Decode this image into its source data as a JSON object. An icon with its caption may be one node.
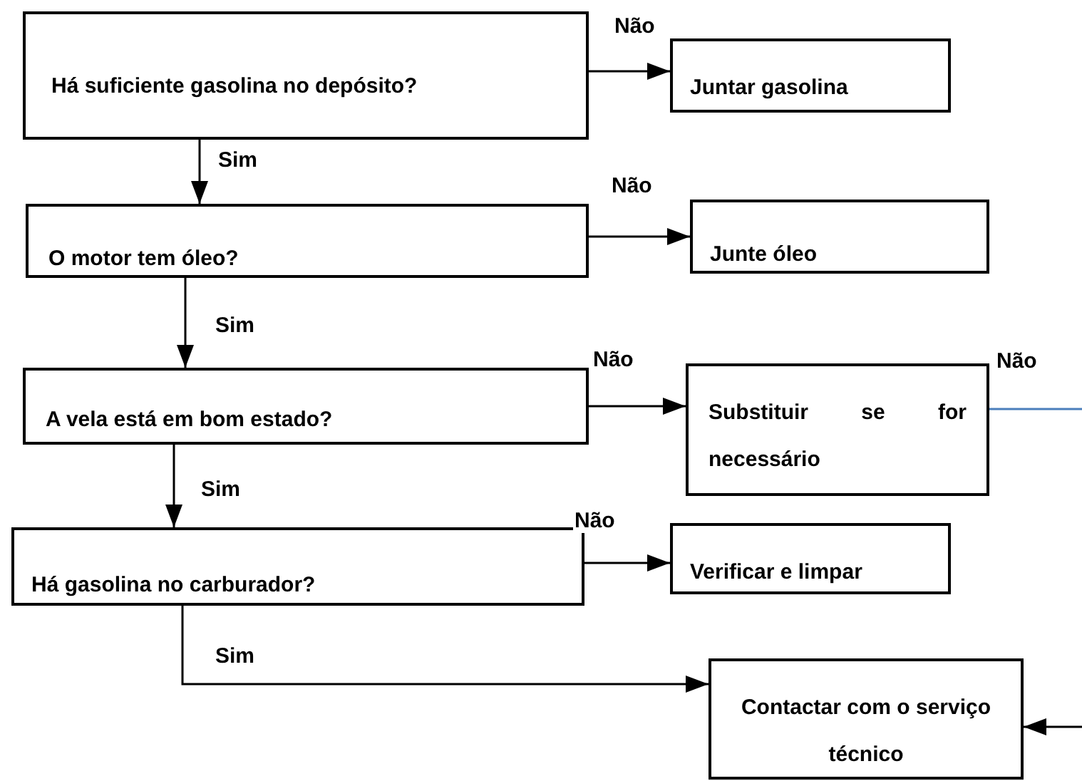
{
  "diagram": {
    "nodes": [
      {
        "text": [
          "Há suficiente gasolina no depósito?"
        ]
      },
      {
        "text": [
          "Juntar gasolina"
        ]
      },
      {
        "text": [
          "O motor tem óleo?"
        ]
      },
      {
        "text": [
          "Junte óleo"
        ]
      },
      {
        "text": [
          "A vela está em bom estado?"
        ]
      },
      {
        "text": [
          "Substituir se for necessário"
        ]
      },
      {
        "text": [
          "Há gasolina no carburador?"
        ]
      },
      {
        "text": [
          "Verificar e limpar"
        ]
      },
      {
        "text": [
          "Contactar com o serviço técnico"
        ]
      }
    ],
    "edges": [
      {
        "from": 0,
        "to": 1,
        "arrow": "to",
        "label": "Não"
      },
      {
        "from": 0,
        "to": 2,
        "arrow": "to",
        "label": "Sim"
      },
      {
        "from": 2,
        "to": 3,
        "arrow": "to",
        "label": "Não"
      },
      {
        "from": 2,
        "to": 4,
        "arrow": "to",
        "label": "Sim"
      },
      {
        "from": 4,
        "to": 5,
        "arrow": "to",
        "label": "Não"
      },
      {
        "from": 4,
        "to": 6,
        "arrow": "to",
        "label": "Sim"
      },
      {
        "from": 6,
        "to": 7,
        "arrow": "to",
        "label": "Não"
      },
      {
        "from": 6,
        "to": 8,
        "arrow": "to",
        "label": "Sim"
      },
      {
        "from": 5,
        "to": null,
        "arrow": "none",
        "label": "Não",
        "color": "#4a7ebb"
      },
      {
        "from": null,
        "to": 8,
        "arrow": "to"
      }
    ]
  }
}
